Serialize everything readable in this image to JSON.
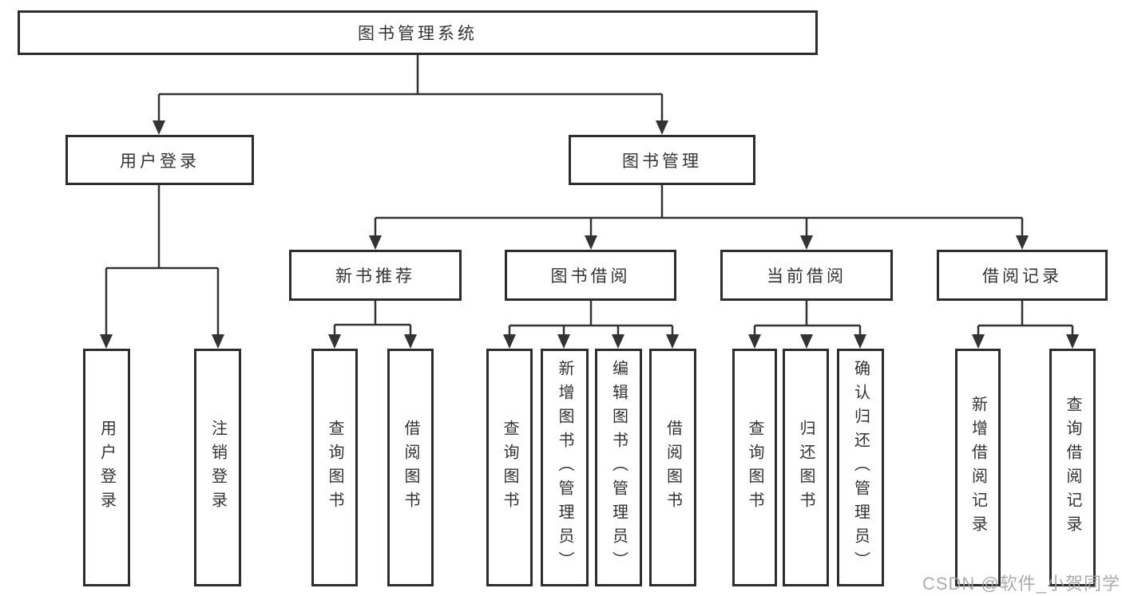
{
  "diagram": {
    "watermark": "CSDN @软件_小贺同学",
    "colors": {
      "background": "#ffffff",
      "line": "#333333",
      "box_border": "#2d2d2d",
      "text": "#333333",
      "watermark": "#a0a0a0"
    }
  },
  "tree": {
    "label": "图书管理系统",
    "children": [
      {
        "label": "用户登录",
        "children": [
          {
            "label": "用户登录"
          },
          {
            "label": "注销登录"
          }
        ]
      },
      {
        "label": "图书管理",
        "children": [
          {
            "label": "新书推荐",
            "children": [
              {
                "label": "查询图书"
              },
              {
                "label": "借阅图书"
              }
            ]
          },
          {
            "label": "图书借阅",
            "children": [
              {
                "label": "查询图书"
              },
              {
                "label": "新增图书（管理员）"
              },
              {
                "label": "编辑图书（管理员）"
              },
              {
                "label": "借阅图书"
              }
            ]
          },
          {
            "label": "当前借阅",
            "children": [
              {
                "label": "查询图书"
              },
              {
                "label": "归还图书"
              },
              {
                "label": "确认归还（管理员）"
              }
            ]
          },
          {
            "label": "借阅记录",
            "children": [
              {
                "label": "新增借阅记录"
              },
              {
                "label": "查询借阅记录"
              }
            ]
          }
        ]
      }
    ]
  }
}
